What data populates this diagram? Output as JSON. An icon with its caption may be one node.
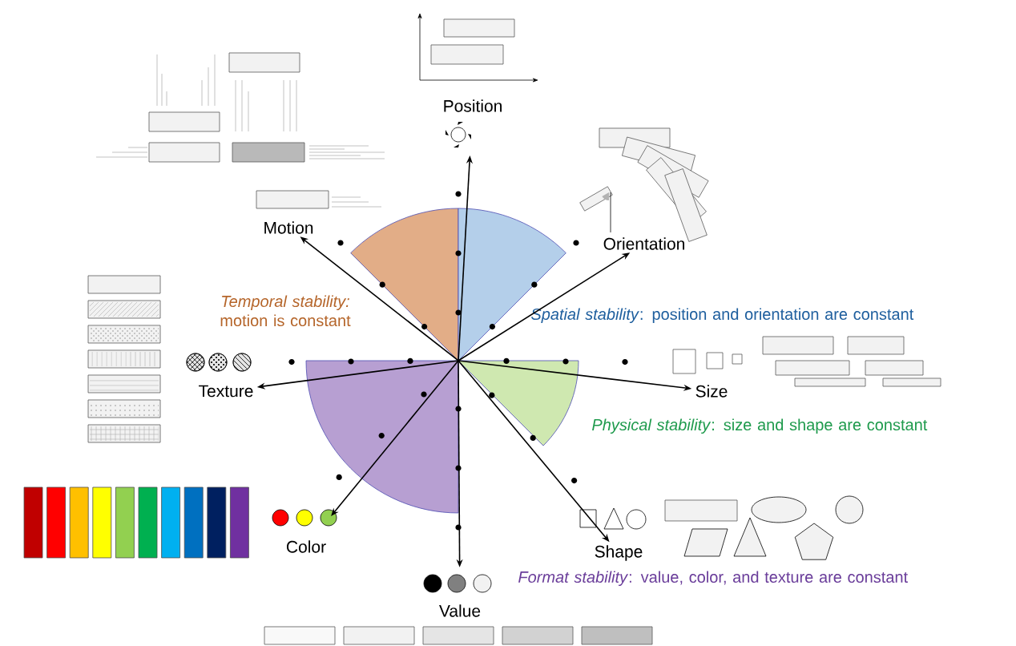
{
  "diagram": {
    "nodes": [
      {
        "text": [
          "Position"
        ]
      },
      {
        "text": [
          "Orientation"
        ]
      },
      {
        "text": [
          "Size"
        ]
      },
      {
        "text": [
          "Shape"
        ]
      },
      {
        "text": [
          "Value"
        ]
      },
      {
        "text": [
          "Color"
        ]
      },
      {
        "text": [
          "Texture"
        ]
      },
      {
        "text": [
          "Motion"
        ]
      }
    ],
    "edges": [
      {
        "from": null,
        "to": 0,
        "arrow": "to"
      },
      {
        "from": null,
        "to": 1,
        "arrow": "to"
      },
      {
        "from": null,
        "to": 2,
        "arrow": "to"
      },
      {
        "from": null,
        "to": 3,
        "arrow": "to"
      },
      {
        "from": null,
        "to": 4,
        "arrow": "to"
      },
      {
        "from": null,
        "to": 5,
        "arrow": "to"
      },
      {
        "from": null,
        "to": 6,
        "arrow": "to"
      },
      {
        "from": null,
        "to": 7,
        "arrow": "to"
      }
    ],
    "labels": [
      "*Temporal stability:* motion is constant",
      "*Spatial stability*: position and orientation are constant",
      "*Physical stability*: size and shape are constant",
      "*Format stability*: value, color, and texture are constant"
    ]
  }
}
